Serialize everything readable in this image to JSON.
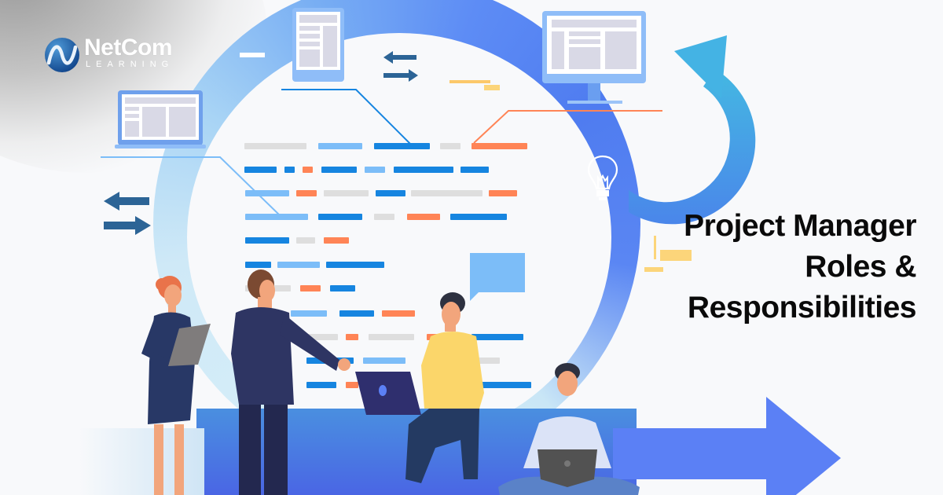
{
  "brand": {
    "name": "NetCom",
    "tagline": "LEARNING"
  },
  "headline": {
    "line1": "Project Manager",
    "line2": "Roles &",
    "line3": "Responsibilities"
  },
  "illustration": {
    "description": "Team of four people collaborating around a circular workflow with devices, code bars and arrows",
    "people": [
      "woman-with-tablet",
      "man-pointing",
      "man-sitting-with-laptop",
      "man-cross-legged-with-laptop"
    ],
    "icons": [
      "laptop-icon",
      "tablet-icon",
      "monitor-icon",
      "swap-arrows-icon",
      "lightbulb-icon",
      "cycle-arrow-icon",
      "forward-arrow-icon",
      "chat-bubble-icon"
    ]
  },
  "colors": {
    "accent_blue": "#5b80f5",
    "dark_blue": "#1685e0",
    "light_blue": "#7cbdf8",
    "orange": "#ff8456",
    "gray": "#dedede",
    "arrow_navy": "#2c6496",
    "cycle_cyan": "#3fb3e0",
    "title_text": "#0a0a0a"
  }
}
